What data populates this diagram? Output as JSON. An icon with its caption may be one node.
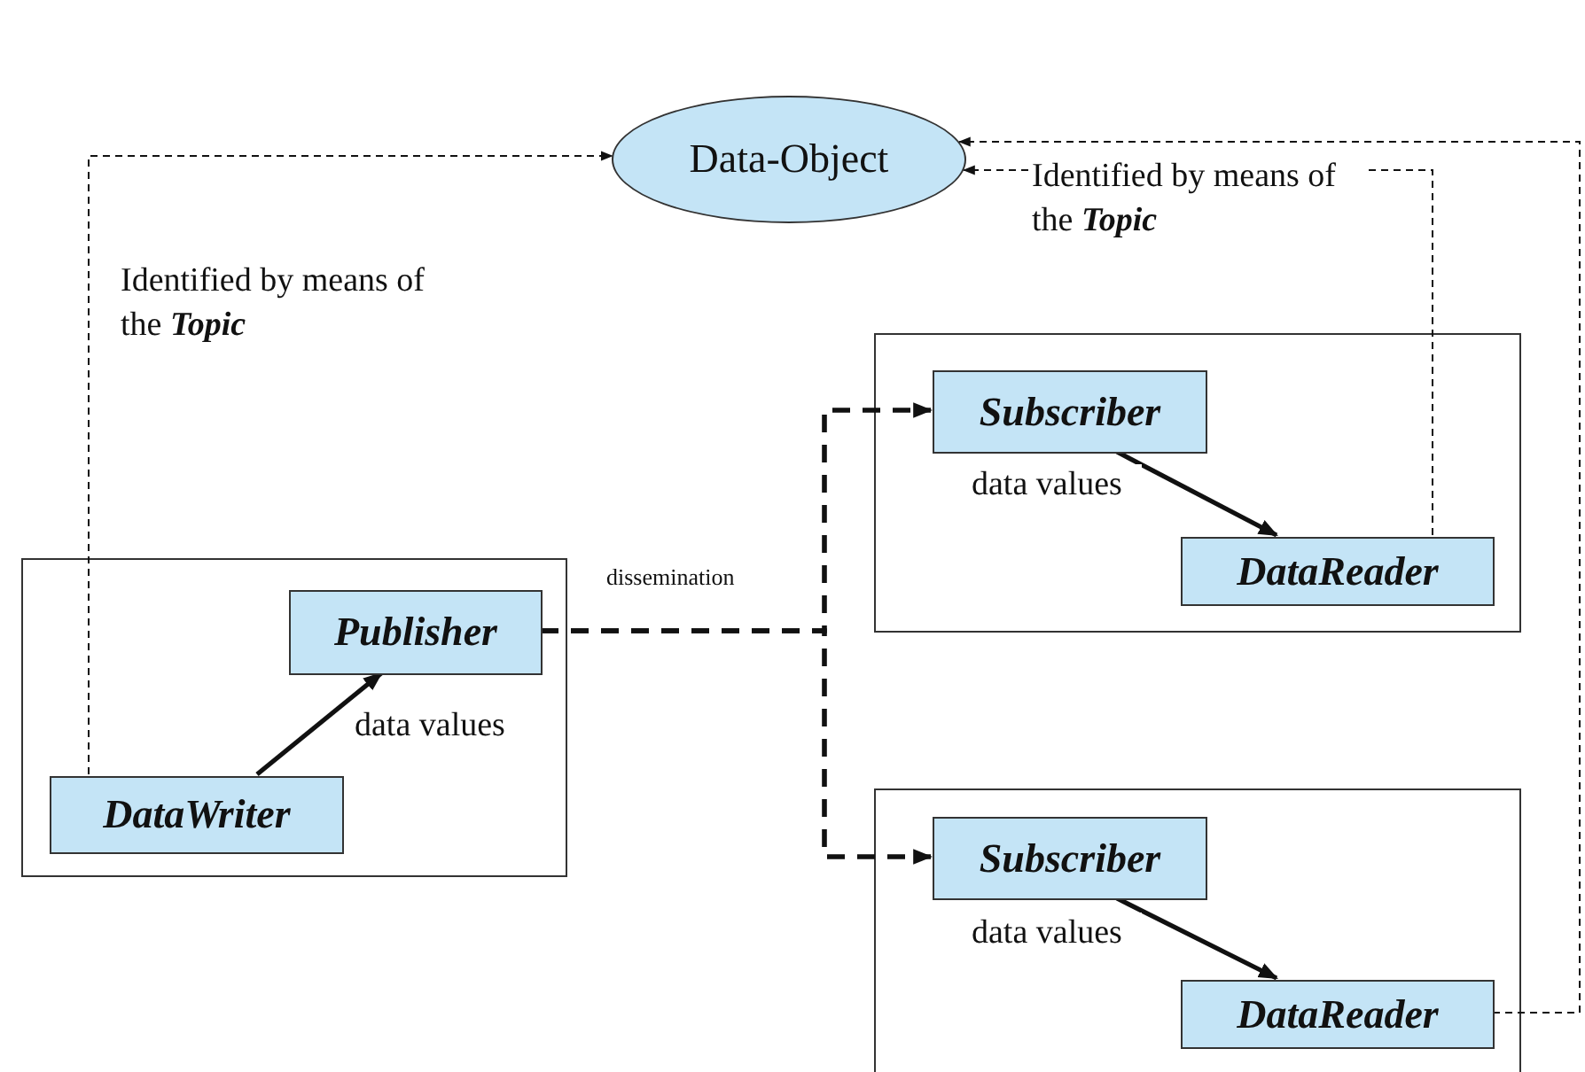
{
  "diagram": {
    "nodes": [
      {
        "text": [
          "Data-Object"
        ]
      },
      {
        "text": [],
        "shape": "box"
      },
      {
        "text": [
          "Publisher"
        ],
        "in": 1
      },
      {
        "text": [
          "DataWriter"
        ],
        "in": 1
      },
      {
        "text": [],
        "shape": "box"
      },
      {
        "text": [
          "Subscriber"
        ],
        "in": 4
      },
      {
        "text": [
          "DataReader"
        ],
        "in": 4
      },
      {
        "text": [],
        "shape": "box"
      },
      {
        "text": [
          "Subscriber"
        ],
        "in": 7
      },
      {
        "text": [
          "DataReader"
        ],
        "in": 7
      }
    ],
    "edges": [
      {
        "from": 3,
        "to": 0,
        "arrow": "to",
        "style": "dashed",
        "label": "Identified by means of the **Topic**"
      },
      {
        "from": 3,
        "to": 2,
        "arrow": "to",
        "label": "data values"
      },
      {
        "from": 2,
        "to": 5,
        "arrow": "to",
        "style": "dashed",
        "label": "dissemination"
      },
      {
        "from": 2,
        "to": 8,
        "arrow": "to",
        "style": "dashed"
      },
      {
        "from": 5,
        "to": 6,
        "arrow": "to",
        "label": "data values"
      },
      {
        "from": 6,
        "to": 0,
        "arrow": "to",
        "style": "dashed",
        "label": "Identified by means of the **Topic**"
      },
      {
        "from": 8,
        "to": 9,
        "arrow": "to",
        "label": "data values"
      },
      {
        "from": 9,
        "to": 0,
        "arrow": "to",
        "style": "dashed"
      }
    ]
  }
}
